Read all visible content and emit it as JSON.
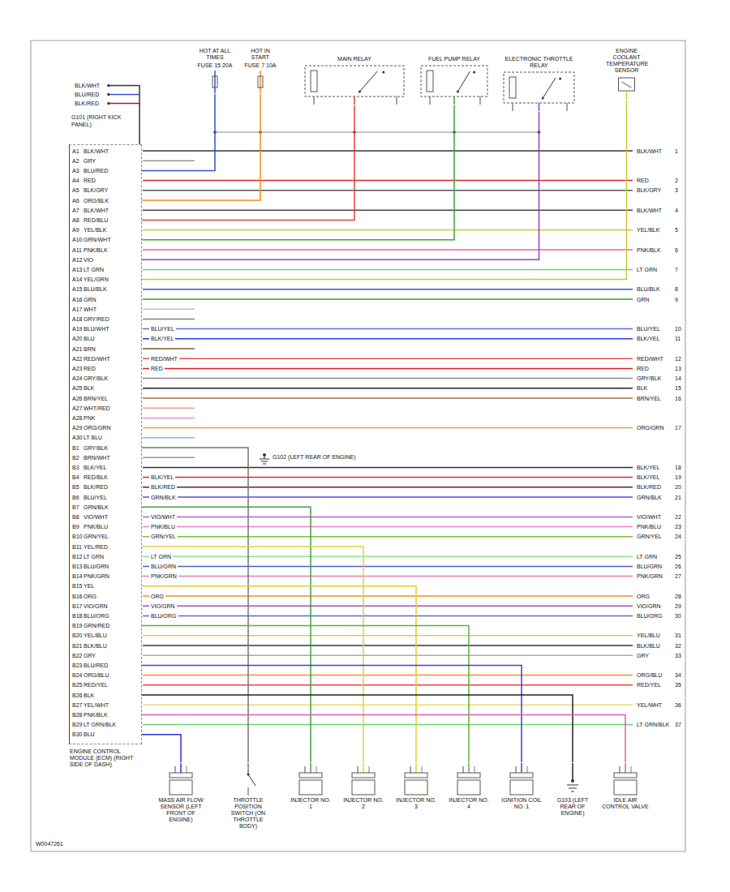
{
  "diagram": {
    "nodes": [
      {
        "text": [
          "ENGINE CONTROL MODULE (ECM) (RIGHT SIDE OF DASH)"
        ]
      },
      {
        "text": [
          "HOT AT ALL TIMES",
          "FUSE 15 20A"
        ]
      },
      {
        "text": [
          "HOT IN START",
          "FUSE 7 10A"
        ]
      },
      {
        "text": [
          "MAIN RELAY"
        ]
      },
      {
        "text": [
          "FUEL PUMP RELAY"
        ]
      },
      {
        "text": [
          "ELECTRONIC THROTTLE RELAY"
        ]
      },
      {
        "text": [
          "ENGINE COOLANT TEMPERATURE SENSOR"
        ]
      },
      {
        "text": [
          "MASS AIR FLOW SENSOR (LEFT FRONT OF ENGINE)"
        ]
      },
      {
        "text": [
          "THROTTLE POSITION SWITCH (ON THROTTLE BODY)"
        ]
      },
      {
        "text": [
          "INJECTOR NO. 1"
        ]
      },
      {
        "text": [
          "INJECTOR NO. 2"
        ]
      },
      {
        "text": [
          "INJECTOR NO. 3"
        ]
      },
      {
        "text": [
          "INJECTOR NO. 4"
        ]
      },
      {
        "text": [
          "IGNITION COIL NO. 1"
        ]
      },
      {
        "text": [
          "G103 (LEFT REAR OF ENGINE)"
        ]
      },
      {
        "text": [
          "IDLE AIR CONTROL VALVE"
        ]
      }
    ],
    "edges": [
      {
        "from": 0,
        "to": 1,
        "arrow": "none"
      },
      {
        "from": 0,
        "to": 2,
        "arrow": "none"
      },
      {
        "from": 0,
        "to": 3,
        "arrow": "none"
      },
      {
        "from": 0,
        "to": 4,
        "arrow": "none"
      },
      {
        "from": 0,
        "to": 5,
        "arrow": "none"
      },
      {
        "from": 0,
        "to": 6,
        "arrow": "none"
      },
      {
        "from": 0,
        "to": 7,
        "arrow": "none"
      },
      {
        "from": 0,
        "to": 8,
        "arrow": "none"
      },
      {
        "from": 0,
        "to": 9,
        "arrow": "none"
      },
      {
        "from": 0,
        "to": 10,
        "arrow": "none"
      },
      {
        "from": 0,
        "to": 11,
        "arrow": "none"
      },
      {
        "from": 0,
        "to": 12,
        "arrow": "none"
      },
      {
        "from": 0,
        "to": 13,
        "arrow": "none"
      },
      {
        "from": 0,
        "to": 14,
        "arrow": "none"
      },
      {
        "from": 0,
        "to": 15,
        "arrow": "none"
      }
    ],
    "labels": [
      "A1",
      "BLK/WHT",
      "BLK/WHT",
      "1",
      "A2",
      "GRY",
      "A3",
      "BLU/RED",
      "A4",
      "RED",
      "RED",
      "2",
      "A5",
      "BLK/GRY",
      "BLK/GRY",
      "3",
      "A6",
      "ORG/BLK",
      "A7",
      "BLK/WHT",
      "BLK/WHT",
      "4",
      "A8",
      "RED/BLU",
      "A9",
      "YEL/BLK",
      "YEL/BLK",
      "5",
      "A10",
      "GRN/WHT",
      "A11",
      "PNK/BLK",
      "PNK/BLK",
      "6",
      "A12",
      "VIO",
      "A13",
      "LT GRN",
      "LT GRN",
      "7",
      "A14",
      "YEL/GRN",
      "A15",
      "BLU/BLK",
      "BLU/BLK",
      "8",
      "A16",
      "GRN",
      "GRN",
      "9",
      "A17",
      "WHT",
      "A18",
      "GRY/RED",
      "A19",
      "BLU/WHT",
      "BLU/YEL",
      "BLU/YEL",
      "10",
      "A20",
      "BLU",
      "BLK/YEL",
      "BLK/YEL",
      "11",
      "A21",
      "BRN",
      "A22",
      "RED/WHT",
      "RED/WHT",
      "RED/WHT",
      "12",
      "A23",
      "RED",
      "RED",
      "RED",
      "13",
      "A24",
      "GRY/BLK",
      "GRY/BLK",
      "14",
      "A25",
      "BLK",
      "BLK",
      "15",
      "A26",
      "BRN/YEL",
      "BRN/YEL",
      "16",
      "A27",
      "WHT/RED",
      "A28",
      "PNK",
      "A29",
      "ORG/GRN",
      "ORG/GRN",
      "17",
      "A30",
      "LT BLU",
      "B1",
      "GRY/BLK",
      "B2",
      "BRN/WHT",
      "B3",
      "BLK/YEL",
      "BLK/YEL",
      "18",
      "B4",
      "RED/BLK",
      "BLK/YEL",
      "BLK/YEL",
      "19",
      "B5",
      "BLK/RED",
      "BLK/RED",
      "BLK/RED",
      "20",
      "B6",
      "BLU/YEL",
      "GRN/BLK",
      "GRN/BLK",
      "21",
      "B7",
      "GRN/BLK",
      "B8",
      "VIO/WHT",
      "VIO/WHT",
      "VIO/WHT",
      "22",
      "B9",
      "PNK/BLU",
      "PNK/BLU",
      "PNK/BLU",
      "23",
      "B10",
      "GRN/YEL",
      "GRN/YEL",
      "GRN/YEL",
      "24",
      "B11",
      "YEL/RED",
      "B12",
      "LT GRN",
      "LT GRN",
      "LT GRN",
      "25",
      "B13",
      "BLU/GRN",
      "BLU/GRN",
      "BLU/GRN",
      "26",
      "B14",
      "PNK/GRN",
      "PNK/GRN",
      "PNK/GRN",
      "27",
      "B15",
      "YEL",
      "B16",
      "ORG",
      "ORG",
      "ORG",
      "28",
      "B17",
      "VIO/GRN",
      "VIO/GRN",
      "VIO/GRN",
      "29",
      "B18",
      "BLU/ORG",
      "BLU/ORG",
      "BLU/ORG",
      "30",
      "B19",
      "GRN/RED",
      "B20",
      "YEL/BLU",
      "YEL/BLU",
      "31",
      "B21",
      "BLK/BLU",
      "BLK/BLU",
      "32",
      "B22",
      "GRY",
      "GRY",
      "33",
      "B23",
      "BLU/RED",
      "B24",
      "ORG/BLU",
      "ORG/BLU",
      "34",
      "B25",
      "RED/YEL",
      "RED/YEL",
      "35",
      "B26",
      "BLK",
      "B27",
      "YEL/WHT",
      "YEL/WHT",
      "36",
      "B28",
      "PNK/BLK",
      "B29",
      "LT GRN/BLK",
      "LT GRN/BLK",
      "37",
      "B30",
      "BLU",
      "BLK/WHT",
      "BLU/RED",
      "BLK/RED",
      "G101 (RIGHT KICK PANEL)",
      "G102 (LEFT REAR OF ENGINE)",
      "W0047261"
    ]
  }
}
